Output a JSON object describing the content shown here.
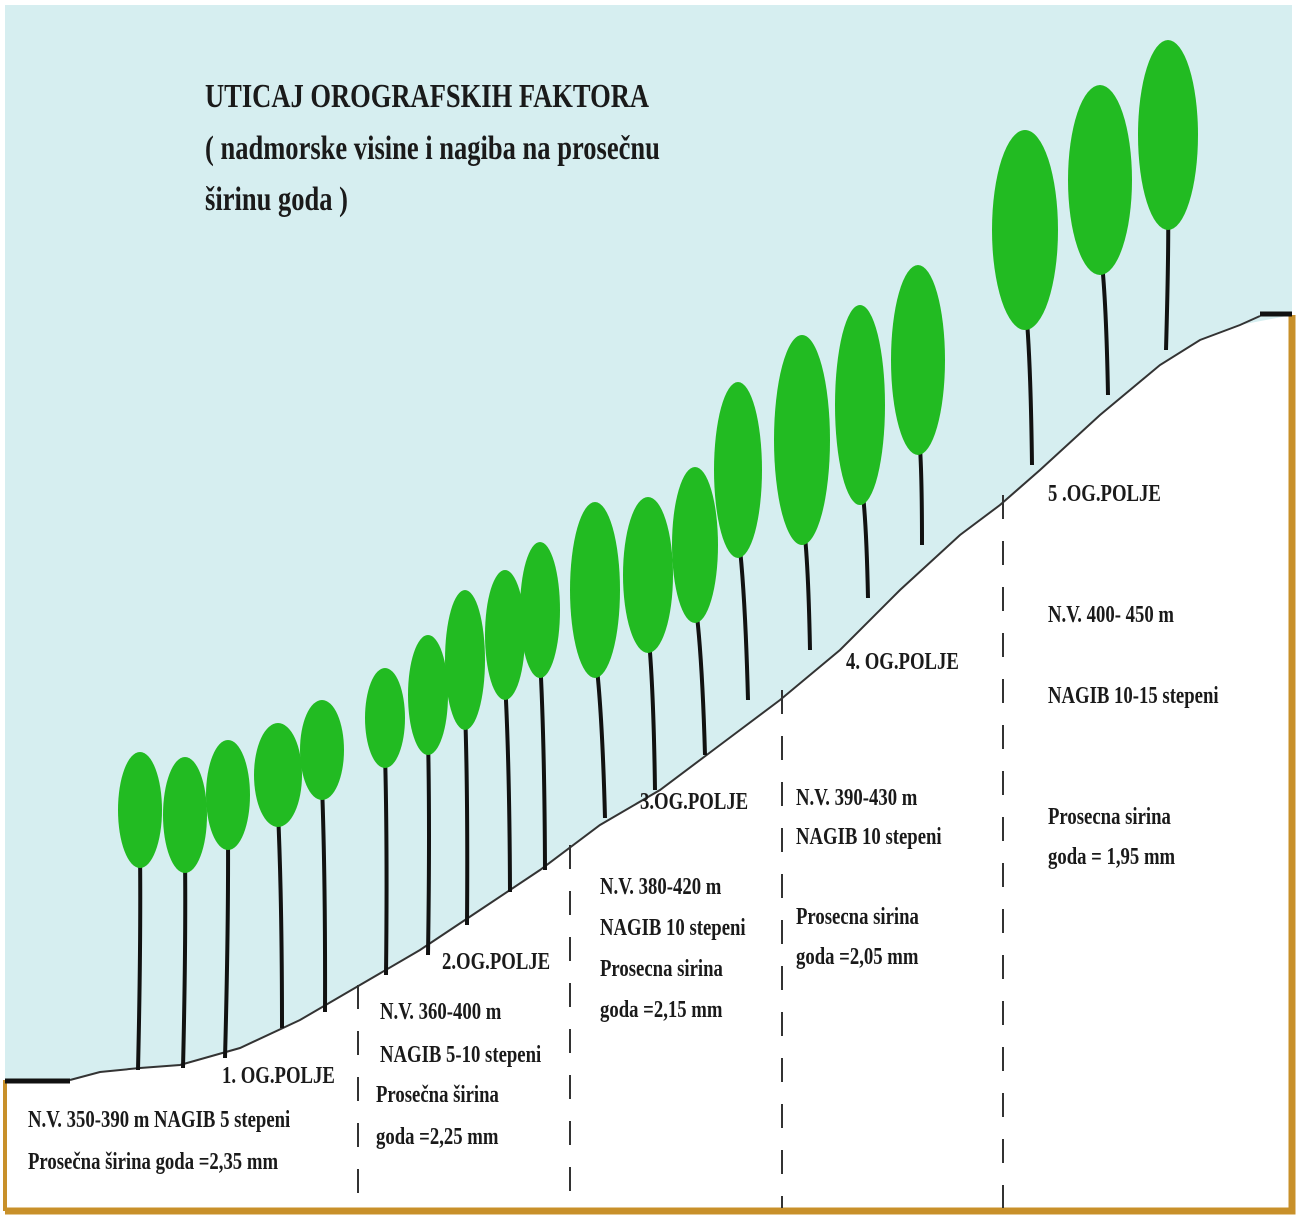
{
  "title": {
    "line1": "UTICAJ OROGRAFSKIH  FAKTORA",
    "line2": "( nadmorske  visine   i  nagiba   na   prosečnu",
    "line3": "širinu  goda )"
  },
  "zones": [
    {
      "heading": "1. OG.POLJE",
      "lines": [
        "N.V. 350-390 m    NAGIB   5 stepeni",
        "Prosečna  širina  goda =2,35 mm"
      ]
    },
    {
      "heading": "2.OG.POLJE",
      "lines": [
        "N.V. 360-400   m",
        "NAGIB 5-10 stepeni",
        "Prosečna  širina",
        "goda =2,25 mm"
      ]
    },
    {
      "heading": "3.OG.POLJE",
      "lines": [
        "N.V. 380-420 m",
        "NAGIB  10 stepeni",
        "Prosecna  sirina",
        "goda =2,15 mm"
      ]
    },
    {
      "heading": "4. OG.POLJE",
      "lines": [
        "N.V.  390-430  m",
        "NAGIB  10  stepeni",
        "Prosecna  sirina",
        "goda =2,05 mm"
      ]
    },
    {
      "heading": "5  .OG.POLJE",
      "lines": [
        "N.V. 400- 450 m",
        "NAGIB  10-15 stepeni",
        "Prosecna  sirina",
        "goda = 1,95 mm"
      ]
    }
  ],
  "colors": {
    "sky": "#d6eef0",
    "ground": "#ffffff",
    "ground_edge": "#c8902a",
    "tree_crown": "#22bb22",
    "tree_trunk": "#111111"
  }
}
